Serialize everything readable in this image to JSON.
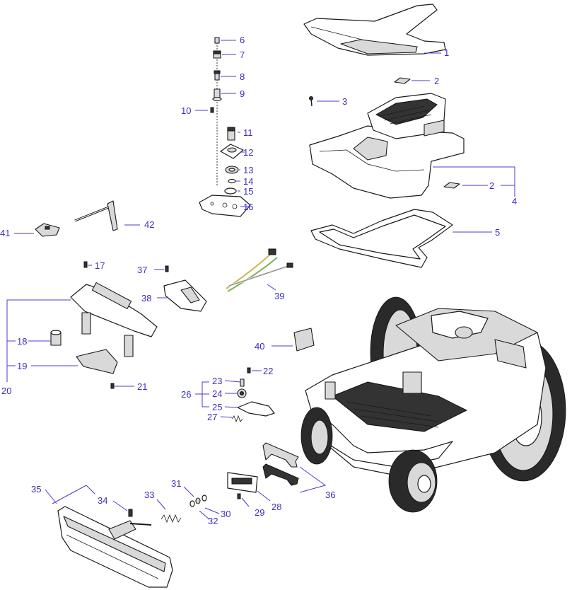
{
  "callouts": {
    "c1": "1",
    "c2a": "2",
    "c2b": "2",
    "c3": "3",
    "c4": "4",
    "c5": "5",
    "c6": "6",
    "c7": "7",
    "c8": "8",
    "c9": "9",
    "c10": "10",
    "c11": "11",
    "c12": "12",
    "c13": "13",
    "c14": "14",
    "c15": "15",
    "c16": "16",
    "c17": "17",
    "c18": "18",
    "c19": "19",
    "c20": "20",
    "c21": "21",
    "c22": "22",
    "c23": "23",
    "c24": "24",
    "c25": "25",
    "c26": "26",
    "c27": "27",
    "c28": "28",
    "c29": "29",
    "c30": "30",
    "c31": "31",
    "c32": "32",
    "c33": "33",
    "c34": "34",
    "c35": "35",
    "c36": "36",
    "c37": "37",
    "c38": "38",
    "c39": "39",
    "c40": "40",
    "c41": "41",
    "c42": "42"
  },
  "colors": {
    "callout": "#3a2fc4",
    "line": "#1a1a1a",
    "tread": "#2a2a2a"
  }
}
